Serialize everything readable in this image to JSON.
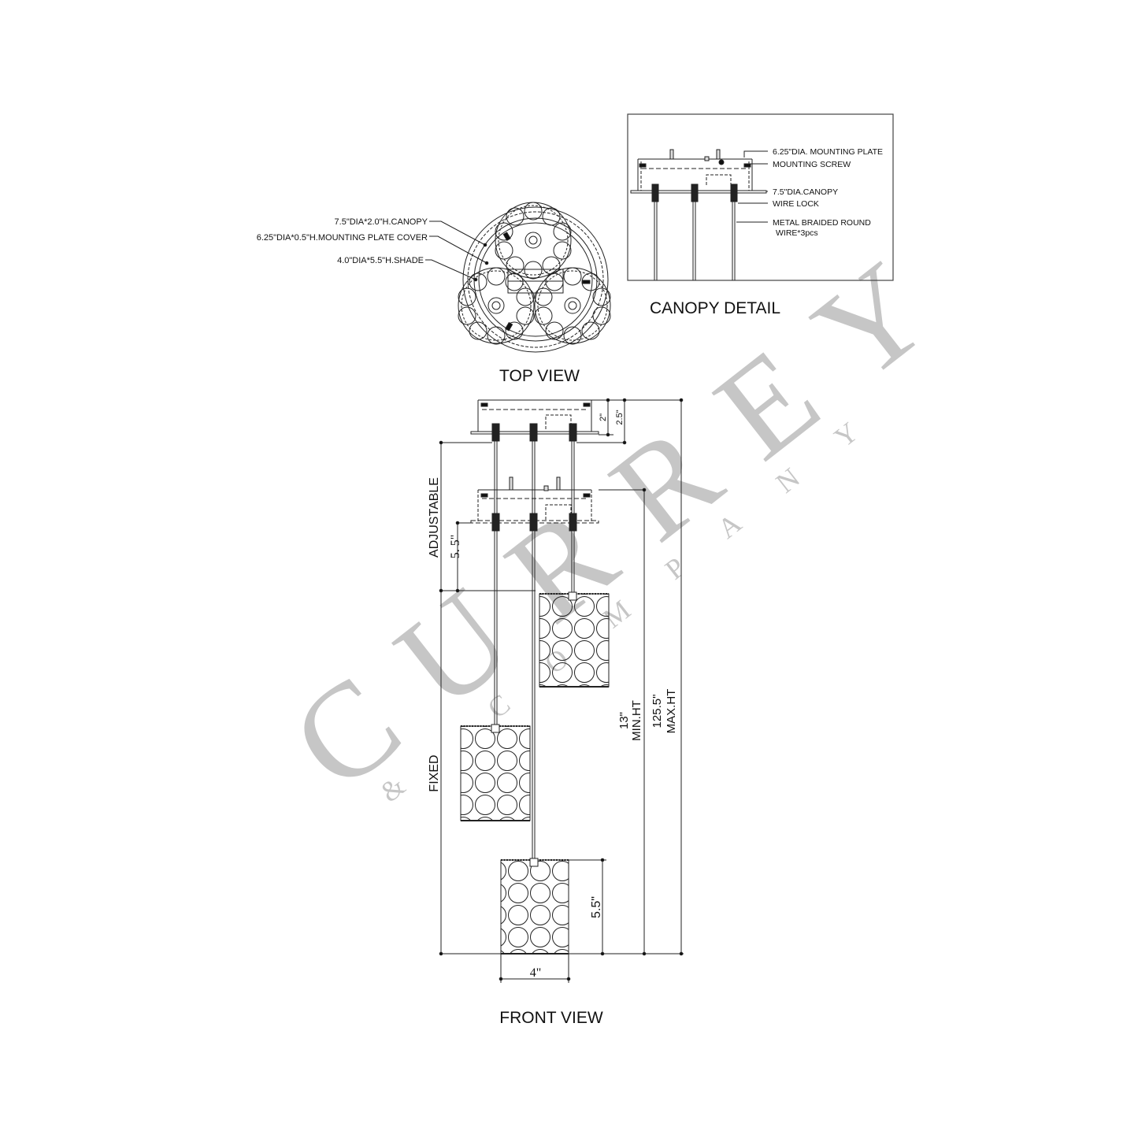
{
  "titles": {
    "top_view": "TOP VIEW",
    "front_view": "FRONT VIEW",
    "canopy_detail": "CANOPY DETAIL"
  },
  "top_view": {
    "callouts": [
      "7.5\"DIA*2.0\"H.CANOPY",
      "6.25\"DIA*0.5\"H.MOUNTING PLATE  COVER",
      "4.0\"DIA*5.5\"H.SHADE"
    ]
  },
  "canopy_detail": {
    "callouts": [
      "6.25\"DIA. MOUNTING PLATE",
      "MOUNTING SCREW",
      "7.5\"DIA.CANOPY",
      "WIRE LOCK",
      "METAL BRAIDED ROUND",
      "WIRE*3pcs"
    ]
  },
  "front_view": {
    "dimensions": {
      "canopy_height": "2\"",
      "canopy_total": "2.5\"",
      "adjustable_label": "ADJUSTABLE",
      "adjustable_gap": "5. 5\"",
      "fixed_label": "FIXED",
      "min_ht_value": "13\"",
      "min_ht_label": "MIN.HT",
      "max_ht_value": "125.5\"",
      "max_ht_label": "MAX.HT",
      "shade_height": "5.5\"",
      "shade_width": "4\""
    }
  },
  "watermark": {
    "brand": "CURREY",
    "sub": "& COMPANY",
    "color": "#bdbdbd"
  }
}
